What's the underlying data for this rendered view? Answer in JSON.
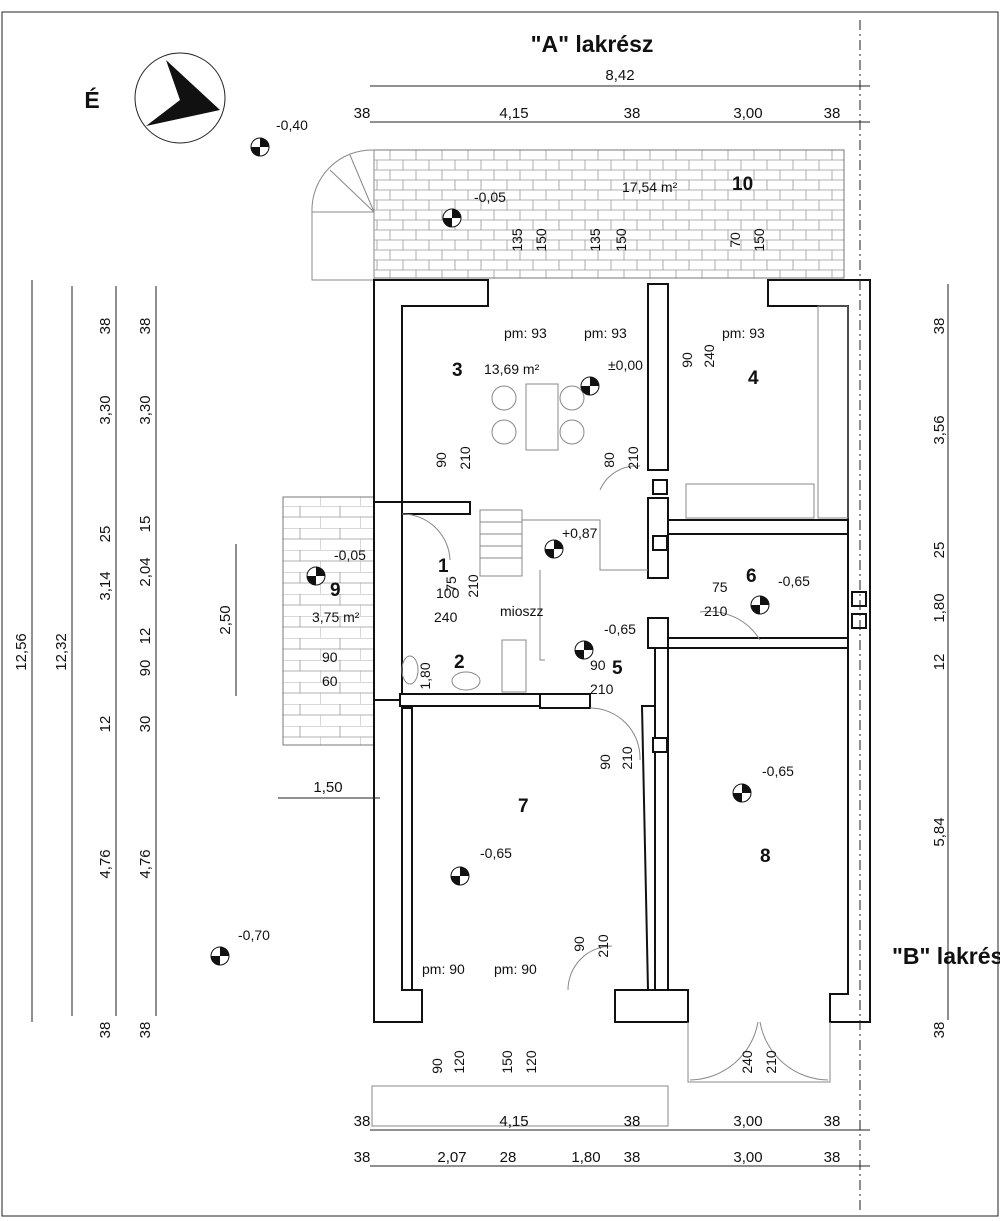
{
  "title_a": "\"A\" lakrész",
  "title_b": "\"B\" lakrész",
  "north_label": "É",
  "watermark": "mioszz",
  "overall_width": "8,42",
  "dims_top": [
    "38",
    "4,15",
    "38",
    "3,00",
    "38"
  ],
  "dims_bottom1": [
    "38",
    "4,15",
    "38",
    "3,00",
    "38"
  ],
  "dims_bottom2": [
    "38",
    "2,07",
    "28",
    "1,80",
    "38",
    "3,00",
    "38"
  ],
  "dims_left_outer": [
    "12,56"
  ],
  "dims_left_2": [
    "12,32"
  ],
  "dims_left_3": [
    "38",
    "3,30",
    "25",
    "3,14",
    "12",
    "4,76",
    "38"
  ],
  "dims_left_4": [
    "38",
    "3,30",
    "15",
    "2,04",
    "12",
    "90",
    "30",
    "4,76",
    "38"
  ],
  "dims_right": [
    "38",
    "3,56",
    "25",
    "1,80",
    "12",
    "5,84",
    "38"
  ],
  "dim_stair": "2,50",
  "dim_ramp": "1,50",
  "rooms": {
    "r1": "1",
    "r2": "2",
    "r3": "3",
    "r4": "4",
    "r5": "5",
    "r6": "6",
    "r7": "7",
    "r8": "8",
    "r9": "9",
    "r10": "10"
  },
  "areas": {
    "a3": "13,69 m²",
    "a9": "3,75 m²",
    "a10": "17,54 m²"
  },
  "levels": {
    "l_m040": "-0,40",
    "l_m005_terrace": "-0,05",
    "l_000": "±0,00",
    "l_087": "+0,87",
    "l_m005_stair": "-0,05",
    "l_m065_6": "-0,65",
    "l_m065_5": "-0,65",
    "l_m065_8": "-0,65",
    "l_m065_7": "-0,65",
    "l_m070": "-0,70"
  },
  "sill": {
    "pm93": "pm: 93",
    "pm90": "pm: 90"
  },
  "opening_labels": {
    "o135a": "135",
    "o150a": "150",
    "o135b": "135",
    "o150b": "150",
    "o70": "70",
    "o150c": "150",
    "o90a": "90",
    "o240a": "240",
    "o90b": "90",
    "o210a": "210",
    "o80": "80",
    "o210b": "210",
    "o75a": "75",
    "o210c": "210",
    "o100": "100",
    "o240b": "240",
    "o180": "1,80",
    "o90c": "90",
    "o60": "60",
    "o75b": "75",
    "o210d": "210",
    "o90d": "90",
    "o210e": "210",
    "o90e": "90",
    "o210f": "210",
    "o90f": "90",
    "o210g": "210",
    "o90g": "90",
    "o120a": "120",
    "o150d": "150",
    "o120b": "120",
    "o240c": "240",
    "o210h": "210"
  }
}
